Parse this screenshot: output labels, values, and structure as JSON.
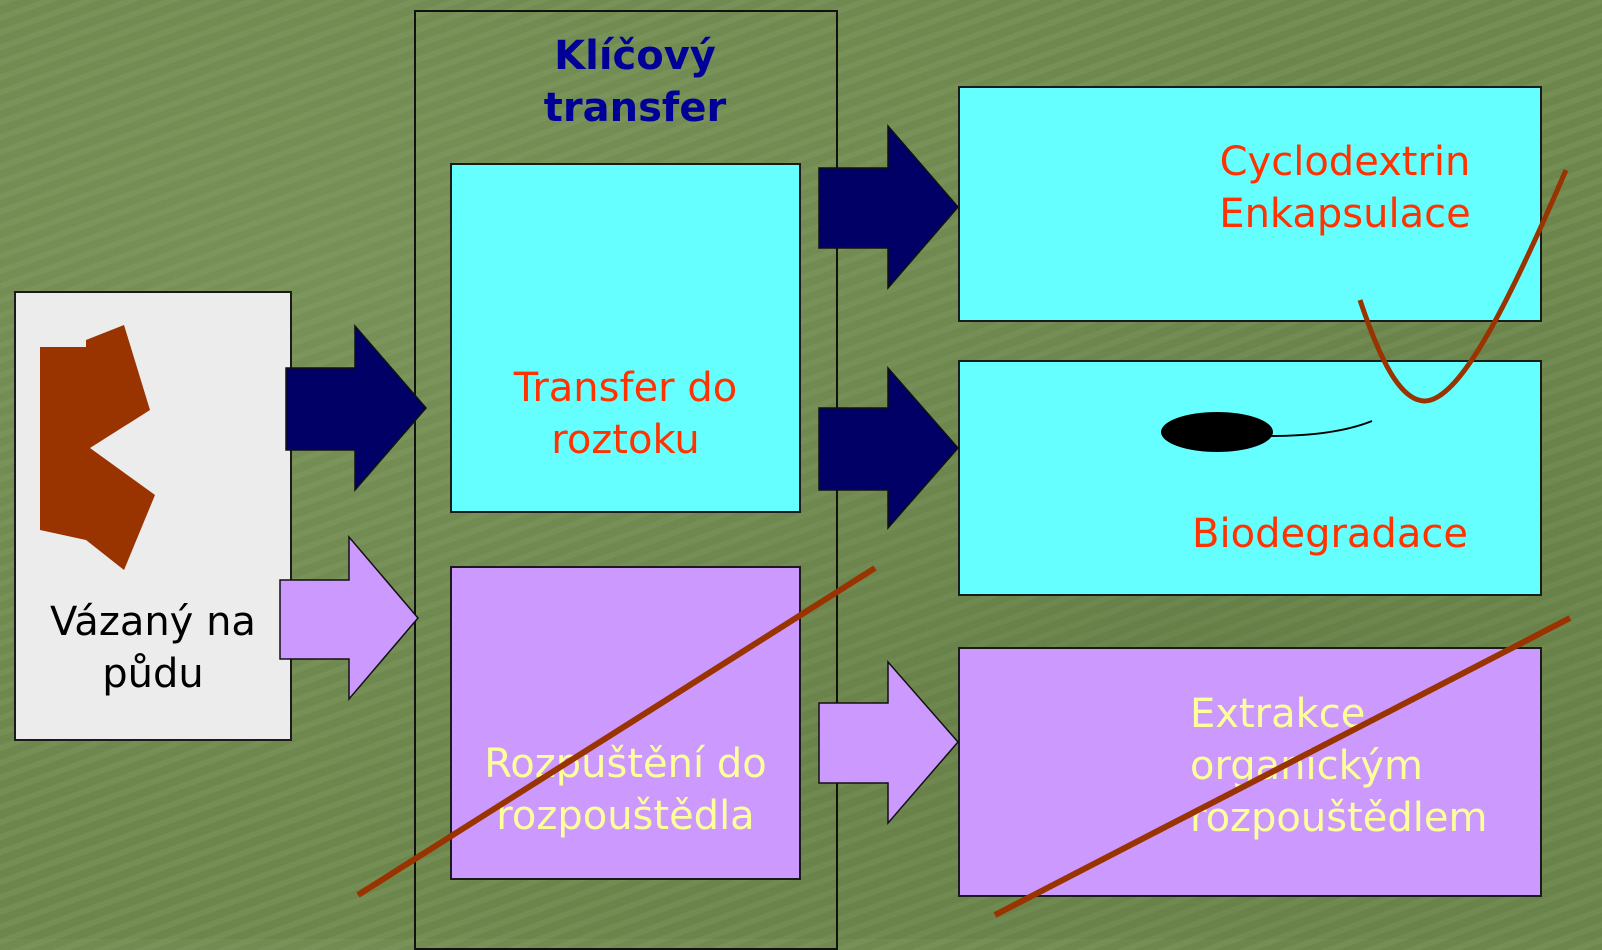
{
  "column_title": "Klíčový\ntransfer",
  "soil_box": {
    "label": "Vázaný na\npůdu"
  },
  "transfer_box": {
    "label": "Transfer do\nroztoku"
  },
  "dissolution_box": {
    "label": "Rozpuštění do\nrozpouštědla"
  },
  "cyclodextrin_box": {
    "label": "Cyclodextrin\nEnkapsulace"
  },
  "biodegradation_box": {
    "label": "Biodegradace"
  },
  "extraction_box": {
    "label": "Extrakce\norganickým\nrozpouštědlem"
  },
  "colors": {
    "background": "#6f8a4e",
    "cyan": "#66ffff",
    "violet": "#cc99ff",
    "navy": "#000066",
    "rust": "#993300",
    "red_text": "#ff3300",
    "yellow_text": "#ffff99",
    "title_text": "#000099",
    "soil_box": "#ececec"
  }
}
